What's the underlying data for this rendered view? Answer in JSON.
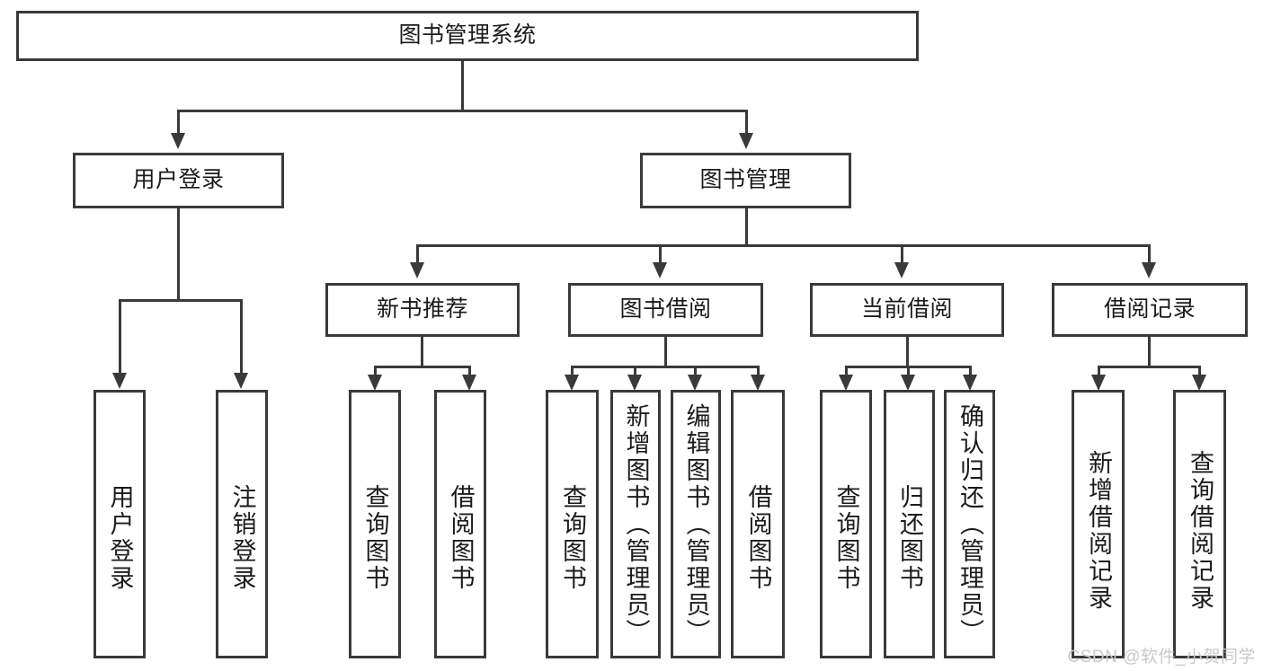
{
  "diagram": {
    "type": "tree-hierarchy",
    "title": "图书管理系统",
    "root": {
      "label": "图书管理系统"
    },
    "level2": [
      {
        "label": "用户登录"
      },
      {
        "label": "图书管理"
      }
    ],
    "level3": [
      {
        "label": "新书推荐"
      },
      {
        "label": "图书借阅"
      },
      {
        "label": "当前借阅"
      },
      {
        "label": "借阅记录"
      }
    ],
    "leaves": {
      "user_login": [
        {
          "label": "用户登录"
        },
        {
          "label": "注销登录"
        }
      ],
      "new_book_recommend": [
        {
          "label": "查询图书"
        },
        {
          "label": "借阅图书"
        }
      ],
      "book_borrow": [
        {
          "label": "查询图书"
        },
        {
          "label": "新增图书（管理员）"
        },
        {
          "label": "编辑图书（管理员）"
        },
        {
          "label": "借阅图书"
        }
      ],
      "current_borrow": [
        {
          "label": "查询图书"
        },
        {
          "label": "归还图书"
        },
        {
          "label": "确认归还（管理员）"
        }
      ],
      "borrow_record": [
        {
          "label": "新增借阅记录"
        },
        {
          "label": "查询借阅记录"
        }
      ]
    }
  },
  "watermark": {
    "text": "CSDN @软件_小贺同学"
  },
  "colors": {
    "stroke": "#3a3a3a",
    "background": "#ffffff",
    "text": "#1b1b1b",
    "watermark": "#c9c9c9"
  }
}
